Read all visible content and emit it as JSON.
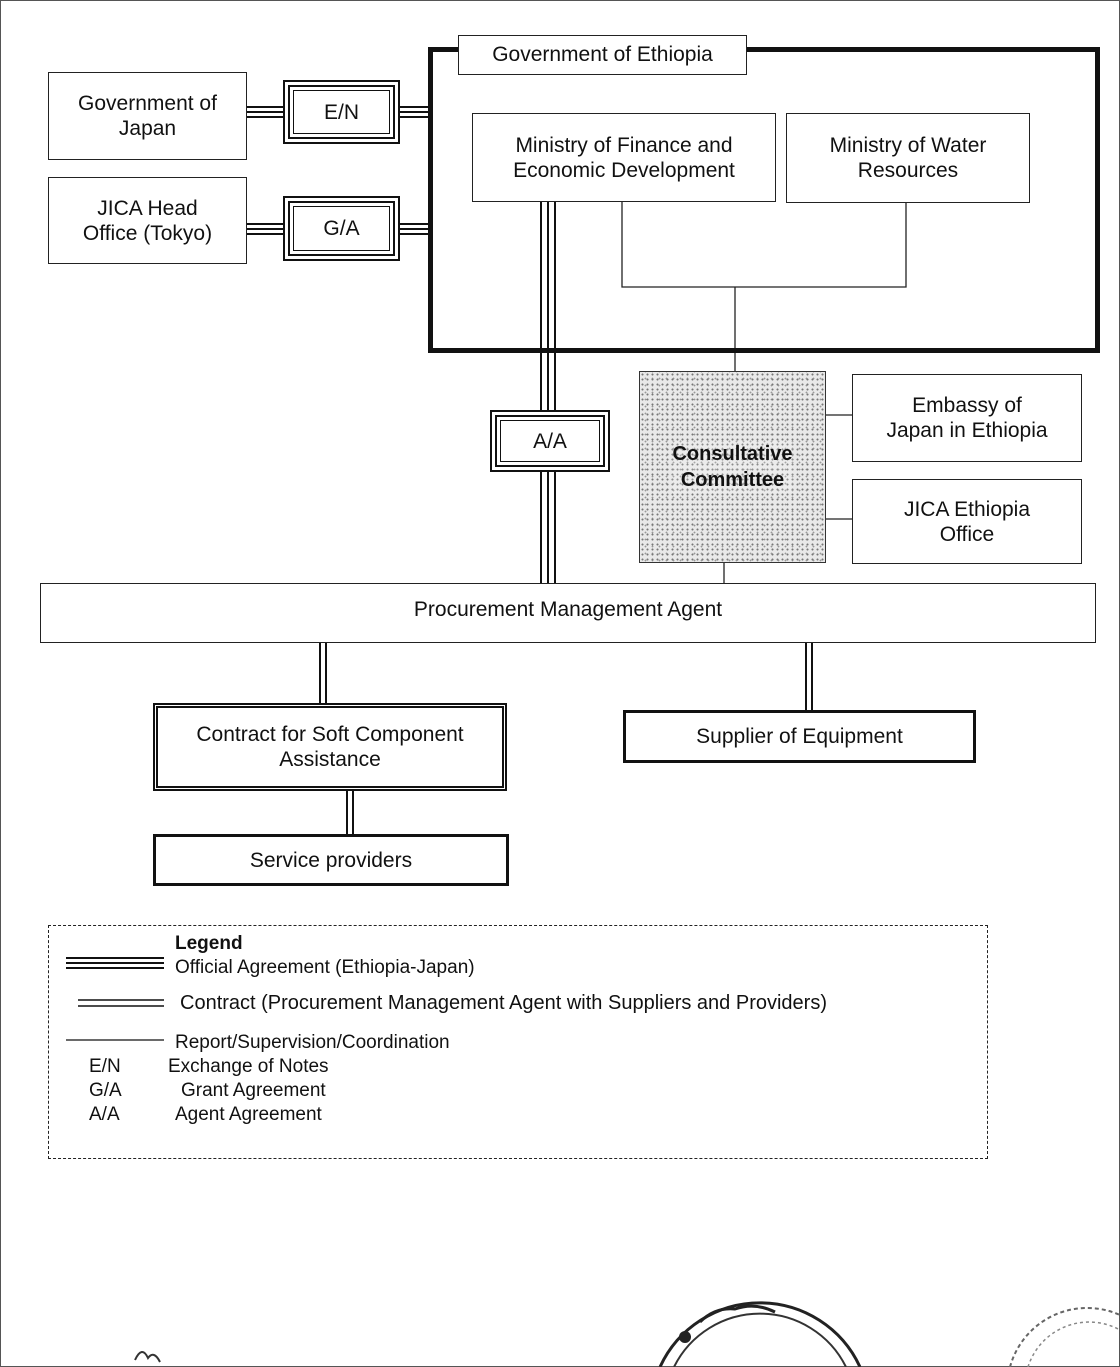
{
  "government_of_ethiopia": "Government of Ethiopia",
  "government_of_japan": "Government of\nJapan",
  "jica_head_office": "JICA   Head\nOffice (Tokyo)",
  "exchange_of_notes_abbr": "E/N",
  "grant_agreement_abbr": "G/A",
  "agent_agreement_abbr": "A/A",
  "ministry_of_finance": "Ministry of Finance and\nEconomic Development",
  "ministry_of_water": "Ministry of Water\nResources",
  "consultative_committee": "Consultative\nCommittee",
  "embassy_of_japan": "Embassy of\nJapan in Ethiopia",
  "jica_ethiopia_office": "JICA Ethiopia\nOffice",
  "procurement_management_agent": "Procurement Management Agent",
  "soft_component_contract": "Contract for Soft Component\nAssistance",
  "supplier_of_equipment": "Supplier of Equipment",
  "service_providers": "Service providers",
  "legend": {
    "title": "Legend",
    "official_agreement": "Official Agreement (Ethiopia-Japan)",
    "contract": "Contract (Procurement Management Agent with Suppliers and Providers)",
    "report": "Report/Supervision/Coordination",
    "abbreviations": [
      {
        "abbr": "E/N",
        "meaning": "Exchange of Notes"
      },
      {
        "abbr": "G/A",
        "meaning": "Grant Agreement"
      },
      {
        "abbr": "A/A",
        "meaning": "Agent Agreement"
      }
    ]
  }
}
